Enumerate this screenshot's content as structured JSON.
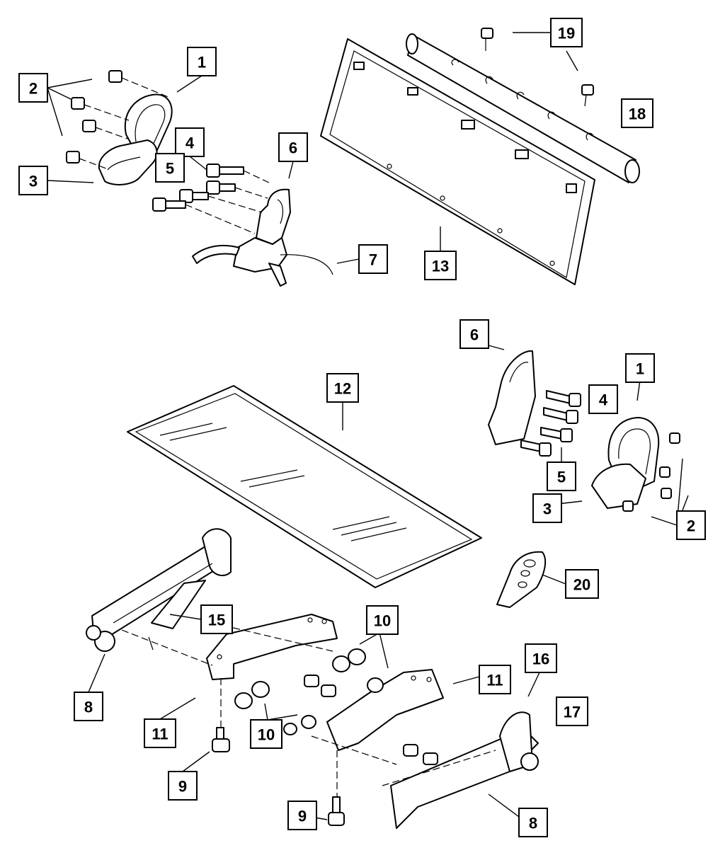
{
  "colors": {
    "ink": "#000000",
    "paper": "#ffffff"
  },
  "callouts": {
    "c1a": "1",
    "c2a": "2",
    "c3a": "3",
    "c4a": "4",
    "c5a": "5",
    "c6a": "6",
    "c7": "7",
    "c13": "13",
    "c18": "18",
    "c19": "19",
    "c12": "12",
    "c6b": "6",
    "c1b": "1",
    "c4b": "4",
    "c5b": "5",
    "c3b": "3",
    "c2b": "2",
    "c20": "20",
    "c15": "15",
    "c10a": "10",
    "c10b": "10",
    "c11a": "11",
    "c11b": "11",
    "c8a": "8",
    "c8b": "8",
    "c9a": "9",
    "c9b": "9",
    "c16": "16",
    "c17": "17"
  }
}
